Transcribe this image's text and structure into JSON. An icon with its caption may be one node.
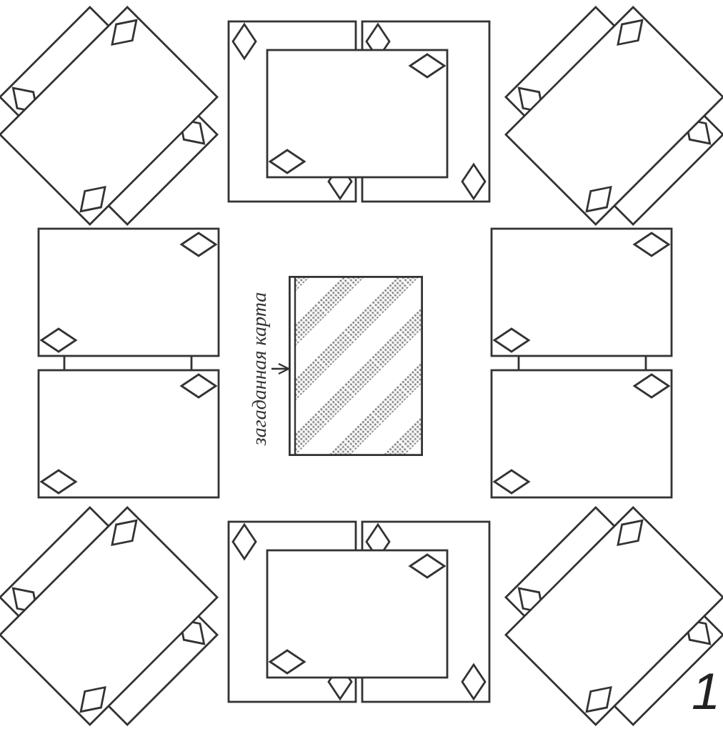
{
  "diagram": {
    "nodes": [
      {
        "text": [
          "загаданная карта"
        ]
      },
      {
        "text": [],
        "shape": "box"
      }
    ],
    "edges": [
      {
        "from": 0,
        "to": 1,
        "arrow": "to"
      }
    ],
    "labels": [
      "1"
    ]
  }
}
